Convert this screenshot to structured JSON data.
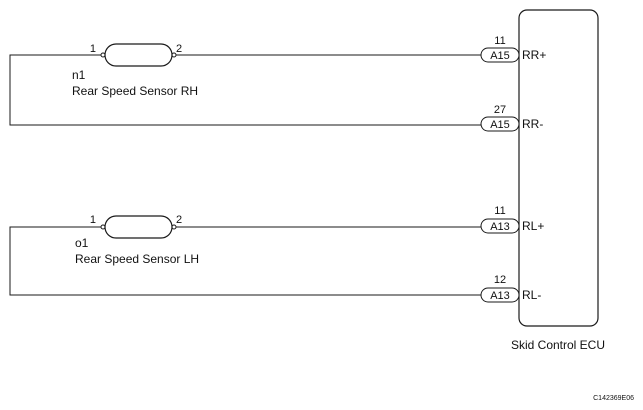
{
  "sensors": [
    {
      "id": "n1",
      "name": "Rear Speed Sensor RH",
      "pin_left": "1",
      "pin_right": "2",
      "connections": [
        {
          "ecu_pin": "11",
          "connector": "A15",
          "terminal": "RR+"
        },
        {
          "ecu_pin": "27",
          "connector": "A15",
          "terminal": "RR-"
        }
      ]
    },
    {
      "id": "o1",
      "name": "Rear Speed Sensor LH",
      "pin_left": "1",
      "pin_right": "2",
      "connections": [
        {
          "ecu_pin": "11",
          "connector": "A13",
          "terminal": "RL+"
        },
        {
          "ecu_pin": "12",
          "connector": "A13",
          "terminal": "RL-"
        }
      ]
    }
  ],
  "ecu": {
    "label": "Skid Control ECU"
  },
  "figure_code": "C142369E06"
}
